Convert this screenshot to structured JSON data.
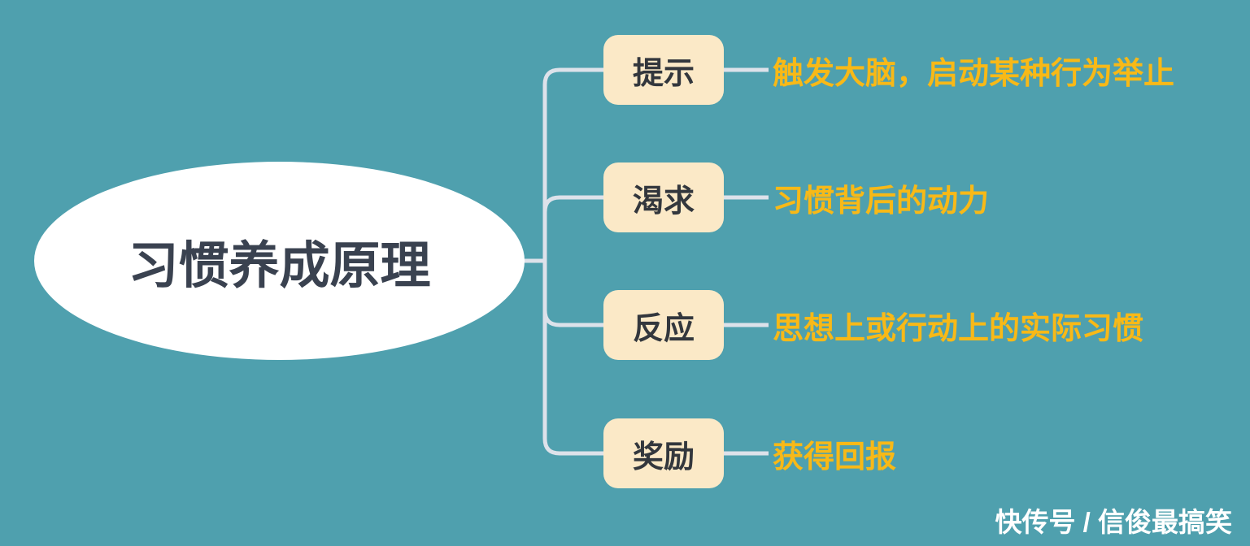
{
  "root": {
    "label": "习惯养成原理"
  },
  "branches": [
    {
      "label": "提示",
      "description": "触发大脑，启动某种行为举止"
    },
    {
      "label": "渴求",
      "description": "习惯背后的动力"
    },
    {
      "label": "反应",
      "description": "思想上或行动上的实际习惯"
    },
    {
      "label": "奖励",
      "description": "获得回报"
    }
  ],
  "watermark": "快传号 / 信俊最搞笑",
  "colors": {
    "background": "#4fa0ae",
    "connector_line": "#dde2ea",
    "topic_box_fill": "#fbe9c7",
    "topic_box_text": "#33373d",
    "description_text": "#f8b917",
    "root_ellipse_fill": "#ffffff",
    "root_text": "#3a4250",
    "watermark_text": "#ffffff"
  }
}
